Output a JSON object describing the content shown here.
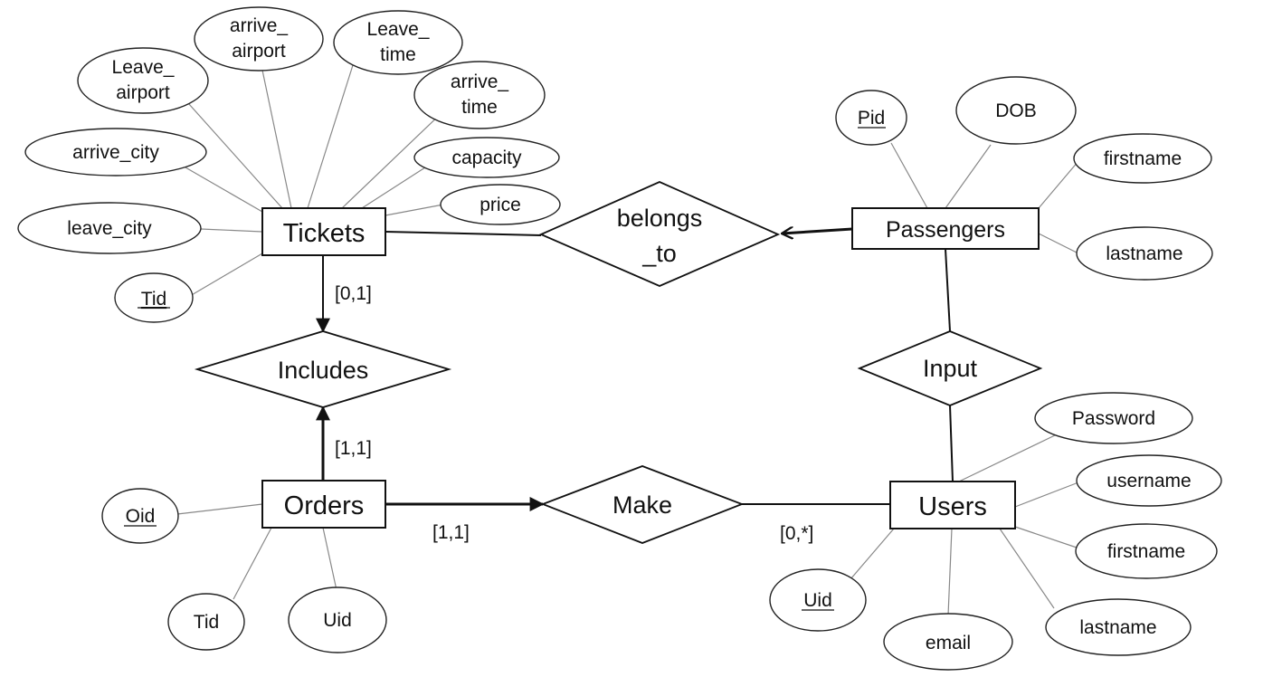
{
  "entities": {
    "tickets": "Tickets",
    "passengers": "Passengers",
    "orders": "Orders",
    "users": "Users"
  },
  "relationships": {
    "belongs_to": [
      "belongs",
      "_to"
    ],
    "includes": "Includes",
    "input": "Input",
    "make": "Make"
  },
  "attributes": {
    "tickets": {
      "leave_airport": [
        "Leave_",
        "airport"
      ],
      "arrive_airport": [
        "arrive_",
        "airport"
      ],
      "leave_time": [
        "Leave_",
        "time"
      ],
      "arrive_time": [
        "arrive_",
        "time"
      ],
      "capacity": "capacity",
      "price": "price",
      "arrive_city": "arrive_city",
      "leave_city": "leave_city",
      "tid": "Tid"
    },
    "passengers": {
      "pid": "Pid",
      "dob": "DOB",
      "firstname": "firstname",
      "lastname": "lastname"
    },
    "orders": {
      "oid": "Oid",
      "tid": "Tid",
      "uid": "Uid"
    },
    "users": {
      "password": "Password",
      "username": "username",
      "firstname": "firstname",
      "lastname": "lastname",
      "email": "email",
      "uid": "Uid"
    }
  },
  "cardinalities": {
    "tickets_includes": "[0,1]",
    "orders_includes": "[1,1]",
    "orders_make": "[1,1]",
    "users_make": "[0,*]"
  },
  "primary_keys_underlined": [
    "Tid",
    "Pid",
    "Oid",
    "Uid"
  ]
}
